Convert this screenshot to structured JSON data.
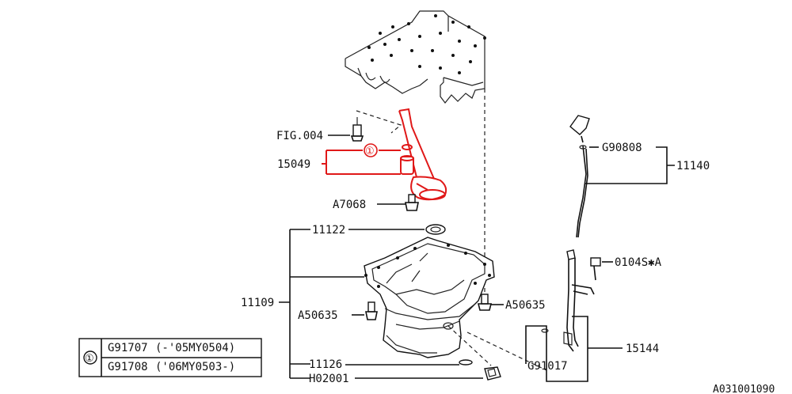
{
  "callouts": {
    "fig_ref": "FIG.004",
    "strainer": "15049",
    "strainer_gasket_ref": "①",
    "bolt_strainer": "A7068",
    "pan_gasket": "11122",
    "pan_assembly": "11109",
    "pan_bolt_left": "A50635",
    "pan_bolt_right": "A50635",
    "drain_washer": "11126",
    "drain_plug": "H02001",
    "gauge_gasket": "G90808",
    "level_gauge": "11140",
    "guide_bolt": "0104S✱A",
    "guide_oring": "G91017",
    "gauge_guide": "15144"
  },
  "legend": {
    "symbol": "①",
    "rows": [
      {
        "part": "G91707",
        "range": "(-'05MY0504)"
      },
      {
        "part": "G91708",
        "range": "('06MY0503-)"
      }
    ]
  },
  "figure_code": "A031001090"
}
